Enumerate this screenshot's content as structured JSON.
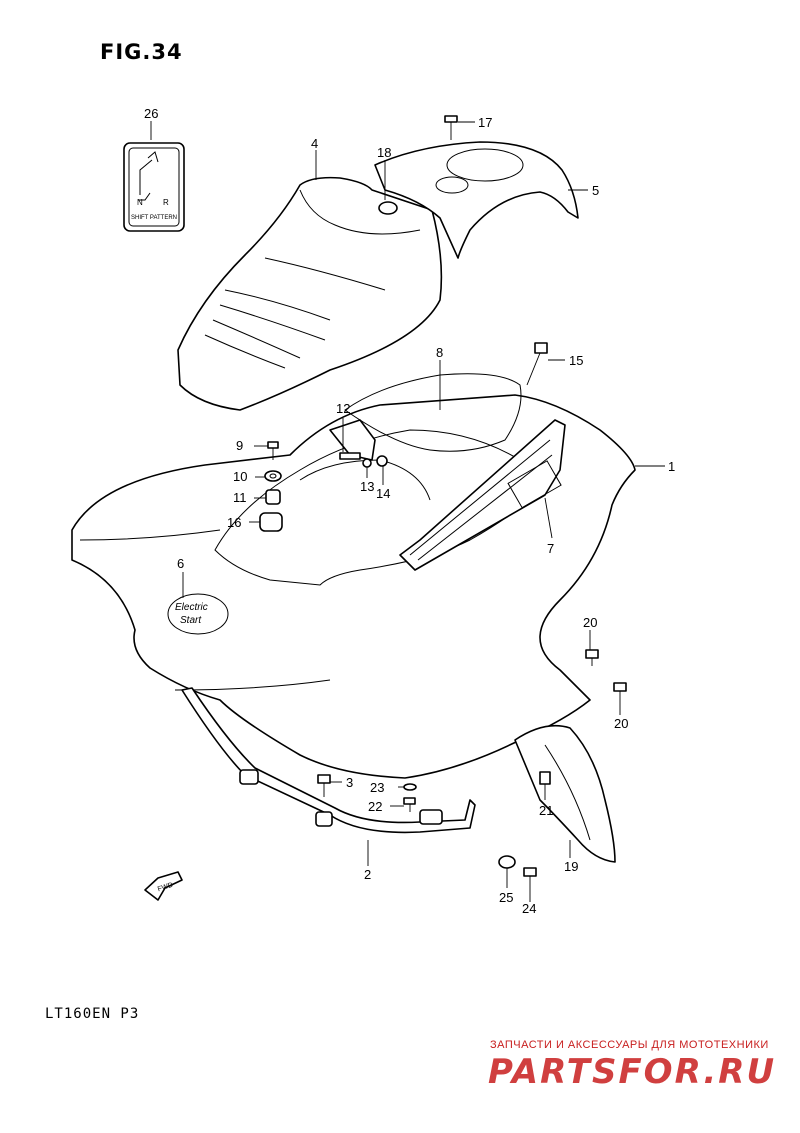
{
  "figure": {
    "title": "FIG.34",
    "model": "LT160EN  P3"
  },
  "label": {
    "header": "SHIFT PATTERN",
    "shift_letters": [
      "N",
      "R"
    ],
    "badge_text": [
      "Electric",
      "Start"
    ]
  },
  "watermark": {
    "tagline": "ЗАПЧАСТИ И АКСЕССУАРЫ ДЛЯ МОТОТЕХНИКИ",
    "brand": "PARTSFOR.RU"
  },
  "fwd_label": "FWD",
  "callouts": [
    {
      "id": "c1",
      "text": "1"
    },
    {
      "id": "c2",
      "text": "2"
    },
    {
      "id": "c3",
      "text": "3"
    },
    {
      "id": "c4",
      "text": "4"
    },
    {
      "id": "c5",
      "text": "5"
    },
    {
      "id": "c6",
      "text": "6"
    },
    {
      "id": "c7",
      "text": "7"
    },
    {
      "id": "c8",
      "text": "8"
    },
    {
      "id": "c9",
      "text": "9"
    },
    {
      "id": "c10",
      "text": "10"
    },
    {
      "id": "c11",
      "text": "11"
    },
    {
      "id": "c12",
      "text": "12"
    },
    {
      "id": "c13",
      "text": "13"
    },
    {
      "id": "c14",
      "text": "14"
    },
    {
      "id": "c15",
      "text": "15"
    },
    {
      "id": "c16",
      "text": "16"
    },
    {
      "id": "c17",
      "text": "17"
    },
    {
      "id": "c18",
      "text": "18"
    },
    {
      "id": "c19",
      "text": "19"
    },
    {
      "id": "c20a",
      "text": "20"
    },
    {
      "id": "c20b",
      "text": "20"
    },
    {
      "id": "c21",
      "text": "21"
    },
    {
      "id": "c22",
      "text": "22"
    },
    {
      "id": "c23",
      "text": "23"
    },
    {
      "id": "c24",
      "text": "24"
    },
    {
      "id": "c25",
      "text": "25"
    },
    {
      "id": "c26",
      "text": "26"
    }
  ]
}
